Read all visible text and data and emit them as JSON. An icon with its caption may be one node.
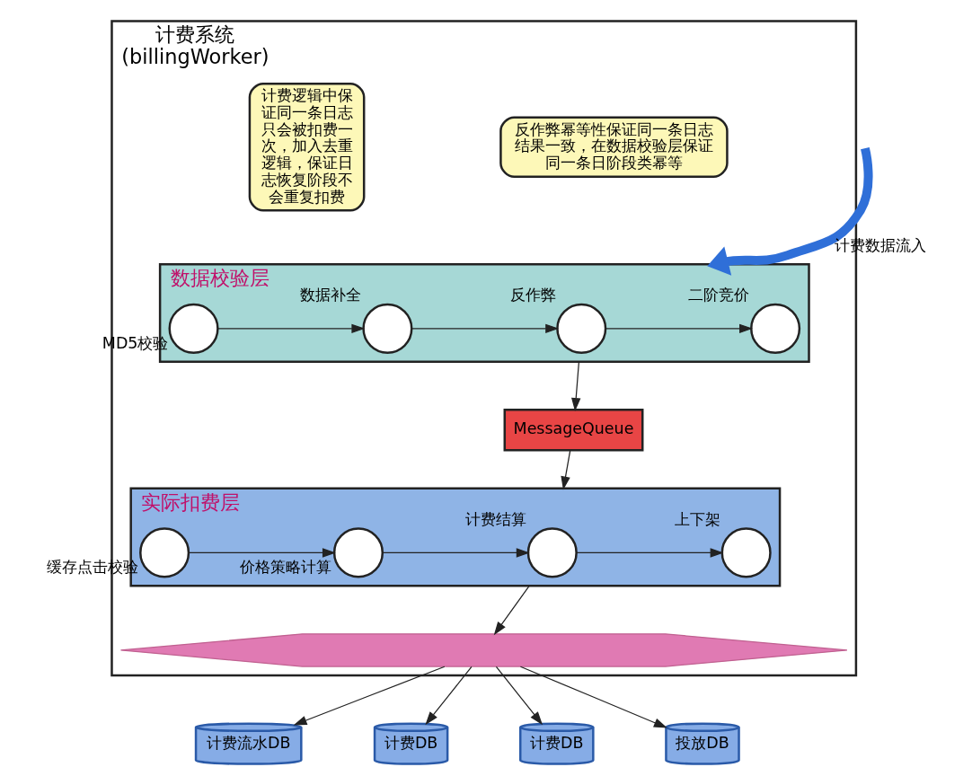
{
  "diagram": {
    "nodes": [
      {
        "text": [
          "计费系统 (billingWorker)"
        ]
      },
      {
        "text": [
          "反作弊幂等性保证同一条日志结果一致，在数据校验层保证同一条日阶段类幂等"
        ],
        "in": 0
      },
      {
        "text": [
          "数据校验层"
        ],
        "in": 0
      },
      {
        "text": [],
        "shape": "circle",
        "beside": [
          "MD5校验"
        ],
        "in": 2
      },
      {
        "text": [],
        "shape": "circle",
        "beside": [
          "数据补全"
        ],
        "in": 2
      },
      {
        "text": [],
        "shape": "circle",
        "beside": [
          "反作弊"
        ],
        "in": 2
      },
      {
        "text": [],
        "shape": "circle",
        "beside": [
          "二阶竞价"
        ],
        "in": 2
      },
      {
        "text": [
          "MessageQueue"
        ],
        "in": 0
      },
      {
        "text": [
          "计费逻辑中保证同一条日志只会被扣费一次，加入去重逻辑，保证日志恢复阶段不会重复扣费"
        ],
        "in": 0
      },
      {
        "text": [
          "实际扣费层"
        ],
        "in": 0
      },
      {
        "text": [],
        "shape": "circle",
        "beside": [
          "缓存点击校验"
        ],
        "in": 9
      },
      {
        "text": [],
        "shape": "circle",
        "beside": [
          "价格策略计算"
        ],
        "in": 9
      },
      {
        "text": [],
        "shape": "circle",
        "beside": [
          "计费结算"
        ],
        "in": 9
      },
      {
        "text": [],
        "shape": "circle",
        "beside": [
          "上下架"
        ],
        "in": 9
      },
      {
        "text": [],
        "shape": "bar",
        "in": 0
      },
      {
        "text": [
          "计费流水DB"
        ]
      },
      {
        "text": [
          "计费DB"
        ]
      },
      {
        "text": [
          "计费DB"
        ]
      },
      {
        "text": [
          "投放DB"
        ]
      }
    ],
    "edges": [
      {
        "from": null,
        "to": 2,
        "arrow": "to",
        "label": "计费数据流入",
        "style": "thick",
        "color": "#2f6fd8"
      },
      {
        "from": 3,
        "to": 4,
        "arrow": "to"
      },
      {
        "from": 4,
        "to": 5,
        "arrow": "to"
      },
      {
        "from": 5,
        "to": 6,
        "arrow": "to"
      },
      {
        "from": 2,
        "to": 7,
        "arrow": "to"
      },
      {
        "from": 7,
        "to": 9,
        "arrow": "to"
      },
      {
        "from": 10,
        "to": 11,
        "arrow": "to"
      },
      {
        "from": 11,
        "to": 12,
        "arrow": "to"
      },
      {
        "from": 12,
        "to": 13,
        "arrow": "to"
      },
      {
        "from": 9,
        "to": 14,
        "arrow": "to"
      },
      {
        "from": 14,
        "to": 15,
        "arrow": "to"
      },
      {
        "from": 14,
        "to": 16,
        "arrow": "to"
      },
      {
        "from": 14,
        "to": 17,
        "arrow": "to"
      },
      {
        "from": 14,
        "to": 18,
        "arrow": "to"
      }
    ]
  }
}
